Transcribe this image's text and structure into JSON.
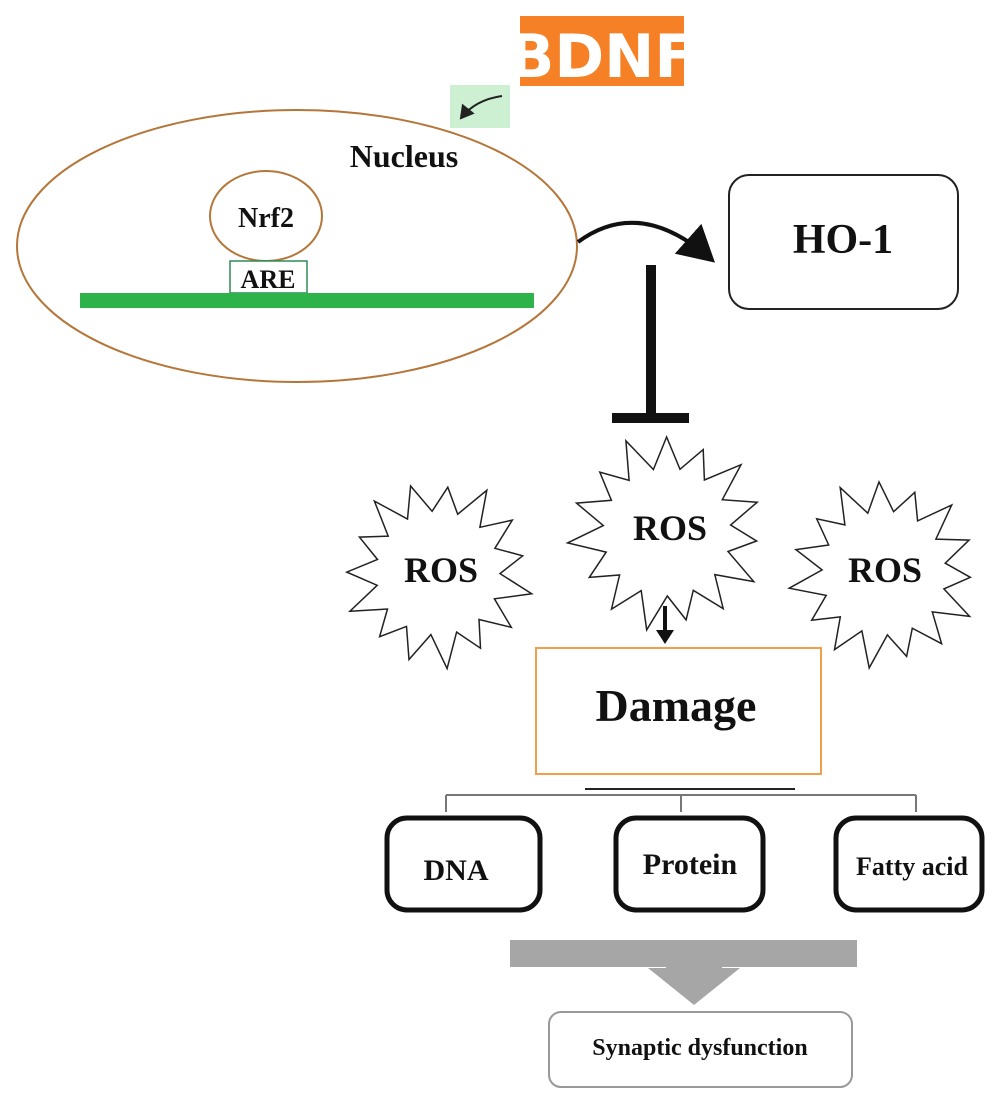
{
  "colors": {
    "bdnf_bg": "#F58025",
    "bdnf_arrow_bg": "#CDEFD2",
    "nucleus_outline": "#B5763A",
    "dna_strand": "#2DB34A",
    "are_border": "#2E8B57",
    "damage_border": "#F0A04A",
    "big_arrow": "#A6A6A6",
    "text": "#111111"
  },
  "bdnf": {
    "label": "BDNF"
  },
  "nucleus": {
    "label": "Nucleus"
  },
  "nrf2": {
    "label": "Nrf2"
  },
  "are": {
    "label": "ARE"
  },
  "ho1": {
    "label": "HO-1"
  },
  "ros": {
    "left": "ROS",
    "center": "ROS",
    "right": "ROS"
  },
  "damage": {
    "label": "Damage"
  },
  "targets": {
    "dna": "DNA",
    "protein": "Protein",
    "fatty_acid": "Fatty acid"
  },
  "outcome": {
    "label": "Synaptic dysfunction"
  }
}
